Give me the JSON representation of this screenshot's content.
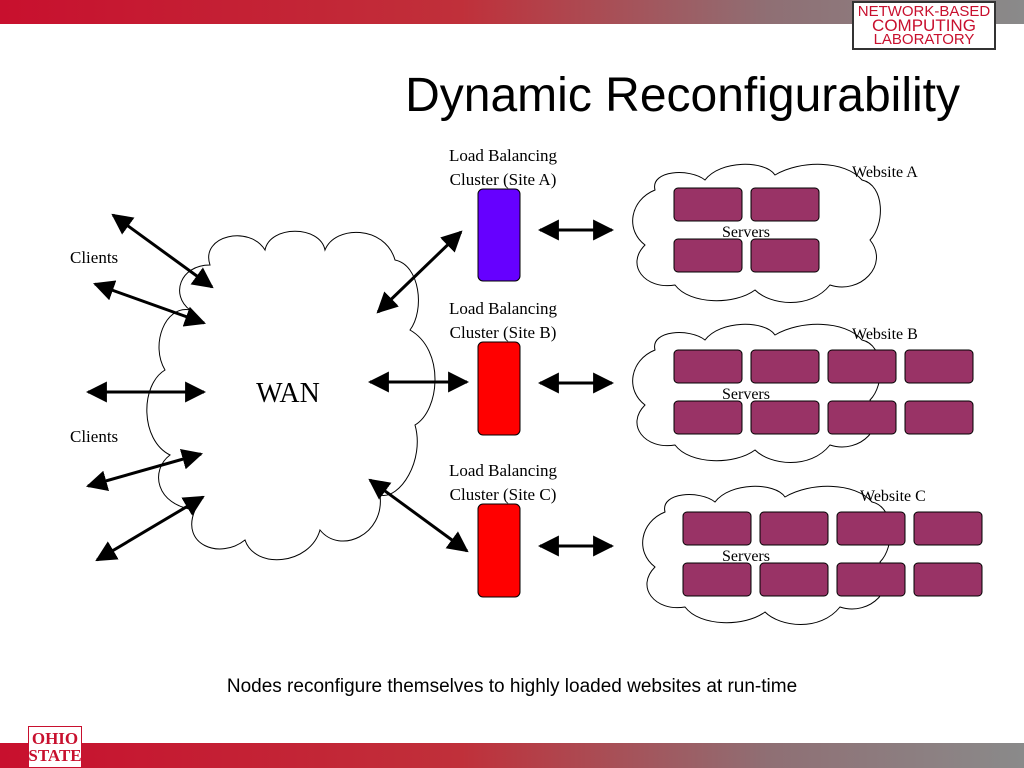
{
  "header": {
    "logo_lines": [
      "NETWORK-BASED",
      "COMPUTING",
      "LABORATORY"
    ],
    "title": "Dynamic Reconfigurability"
  },
  "diagram": {
    "clients_label_top": "Clients",
    "clients_label_bottom": "Clients",
    "wan_label": "WAN",
    "clusters": [
      {
        "label_line1": "Load Balancing",
        "label_line2": "Cluster (Site A)",
        "color": "#6600ff"
      },
      {
        "label_line1": "Load Balancing",
        "label_line2": "Cluster (Site B)",
        "color": "#ff0000"
      },
      {
        "label_line1": "Load Balancing",
        "label_line2": "Cluster (Site C)",
        "color": "#ff0000"
      }
    ],
    "websites": [
      {
        "name": "Website A",
        "servers_label": "Servers",
        "server_count": 4
      },
      {
        "name": "Website B",
        "servers_label": "Servers",
        "server_count": 8
      },
      {
        "name": "Website C",
        "servers_label": "Servers",
        "server_count": 8
      }
    ],
    "server_color": "#993366"
  },
  "caption": "Nodes reconfigure themselves to highly loaded websites at run-time",
  "footer": {
    "logo_lines": [
      "OHIO",
      "STATE"
    ]
  }
}
